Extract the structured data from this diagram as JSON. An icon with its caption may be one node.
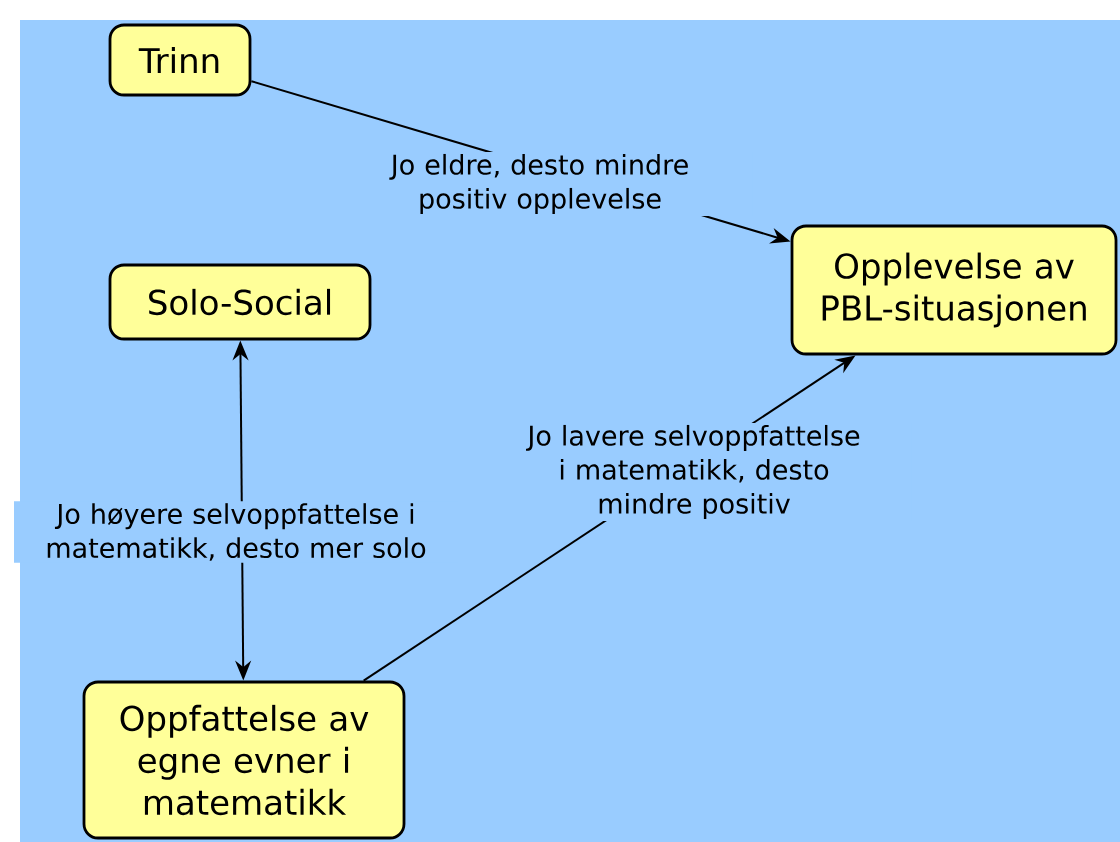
{
  "diagram": {
    "nodes": [
      {
        "text": [
          "Trinn"
        ]
      },
      {
        "text": [
          "Opplevelse av PBL-situasjonen"
        ]
      },
      {
        "text": [
          "Solo-Social"
        ]
      },
      {
        "text": [
          "Oppfattelse av egne evner i matematikk"
        ]
      }
    ],
    "edges": [
      {
        "from": 0,
        "to": 1,
        "arrow": "to",
        "label": "Jo eldre, desto mindre positiv opplevelse"
      },
      {
        "from": 2,
        "to": 3,
        "arrow": "both",
        "label": "Jo høyere selvoppfattelse i matematikk, desto mer solo"
      },
      {
        "from": 3,
        "to": 1,
        "arrow": "to",
        "label": "Jo lavere selvoppfattelse i matematikk, desto mindre positiv"
      }
    ]
  }
}
